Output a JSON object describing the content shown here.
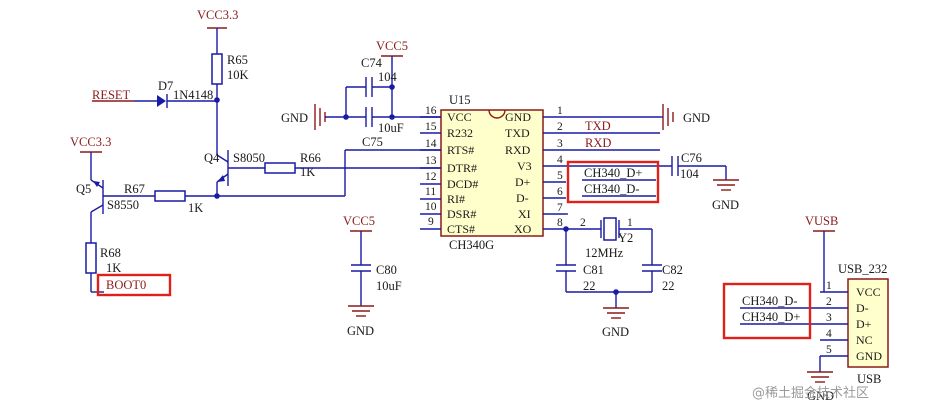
{
  "power": {
    "vcc33_top": "VCC3.3",
    "vcc33_left": "VCC3.3",
    "vcc5_c74": "VCC5",
    "vcc5_c80": "VCC5",
    "vusb": "VUSB",
    "gnd": "GND"
  },
  "nets": {
    "reset": "RESET",
    "boot0": "BOOT0",
    "txd": "TXD",
    "rxd": "RXD",
    "ch340_dp": "CH340_D+",
    "ch340_dm": "CH340_D-"
  },
  "components": {
    "r65": {
      "ref": "R65",
      "value": "10K"
    },
    "r66": {
      "ref": "R66",
      "value": "1K"
    },
    "r67": {
      "ref": "R67",
      "value": "1K"
    },
    "r68": {
      "ref": "R68",
      "value": "1K"
    },
    "d7": {
      "ref": "D7",
      "value": "1N4148"
    },
    "q4": {
      "ref": "Q4",
      "value": "S8050"
    },
    "q5": {
      "ref": "Q5",
      "value": "S8550"
    },
    "c74": {
      "ref": "C74",
      "value": "104"
    },
    "c75": {
      "ref": "C75",
      "value": "10uF"
    },
    "c76": {
      "ref": "C76",
      "value": "104"
    },
    "c80": {
      "ref": "C80",
      "value": "10uF"
    },
    "c81": {
      "ref": "C81",
      "value": "22"
    },
    "c82": {
      "ref": "C82",
      "value": "22"
    },
    "y2": {
      "ref": "Y2",
      "value": "12MHz"
    }
  },
  "u15": {
    "ref": "U15",
    "part": "CH340G",
    "left_pins": [
      {
        "num": "16",
        "name": "VCC"
      },
      {
        "num": "15",
        "name": "R232"
      },
      {
        "num": "14",
        "name": "RTS#"
      },
      {
        "num": "13",
        "name": "DTR#"
      },
      {
        "num": "12",
        "name": "DCD#"
      },
      {
        "num": "11",
        "name": "RI#"
      },
      {
        "num": "10",
        "name": "DSR#"
      },
      {
        "num": "9",
        "name": "CTS#"
      }
    ],
    "right_pins": [
      {
        "num": "1",
        "name": "GND"
      },
      {
        "num": "2",
        "name": "TXD"
      },
      {
        "num": "3",
        "name": "RXD"
      },
      {
        "num": "4",
        "name": "V3"
      },
      {
        "num": "5",
        "name": "D+"
      },
      {
        "num": "6",
        "name": "D-"
      },
      {
        "num": "7",
        "name": "XI"
      },
      {
        "num": "8",
        "name": "XO"
      }
    ]
  },
  "usb": {
    "ref": "USB_232",
    "part": "USB",
    "pins": [
      {
        "num": "1",
        "name": "VCC"
      },
      {
        "num": "2",
        "name": "D-"
      },
      {
        "num": "3",
        "name": "D+"
      },
      {
        "num": "4",
        "name": "NC"
      },
      {
        "num": "5",
        "name": "GND"
      }
    ]
  },
  "watermark": "@稀土掘金技术社区"
}
